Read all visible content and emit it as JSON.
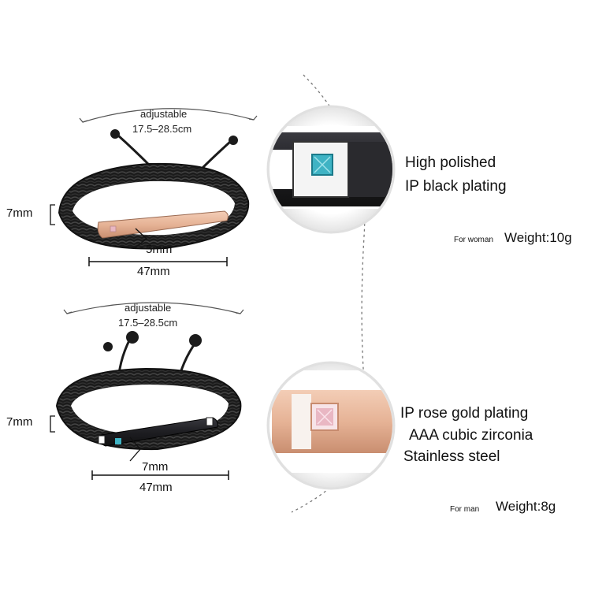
{
  "woman_bracelet": {
    "adjust_label": "adjustable",
    "adjust_range": "17.5–28.5cm",
    "height": "7mm",
    "bar_width": "5mm",
    "bar_length": "47mm"
  },
  "man_bracelet": {
    "adjust_label": "adjustable",
    "adjust_range": "17.5–28.5cm",
    "height": "7mm",
    "bar_width": "7mm",
    "bar_length": "47mm"
  },
  "black_detail": {
    "line1": "High polished",
    "line2": "IP black plating"
  },
  "woman_weight": {
    "prefix": "For woman",
    "text": "Weight:10g"
  },
  "rose_detail": {
    "line1": "IP rose gold plating",
    "line2": "AAA cubic zirconia",
    "line3": "Stainless steel"
  },
  "man_weight": {
    "prefix": "For man",
    "text": "Weight:8g"
  },
  "colors": {
    "cord": "#1b1b1b",
    "rose_gold": "#e6b396",
    "black_plate": "#1e1e22",
    "stone_blue": "#3fb3c4",
    "stone_pink": "#e9b7c3"
  },
  "icons": [
    "adjust-arrow-icon",
    "dimension-bracket-icon",
    "magnifier-circle-icon"
  ]
}
